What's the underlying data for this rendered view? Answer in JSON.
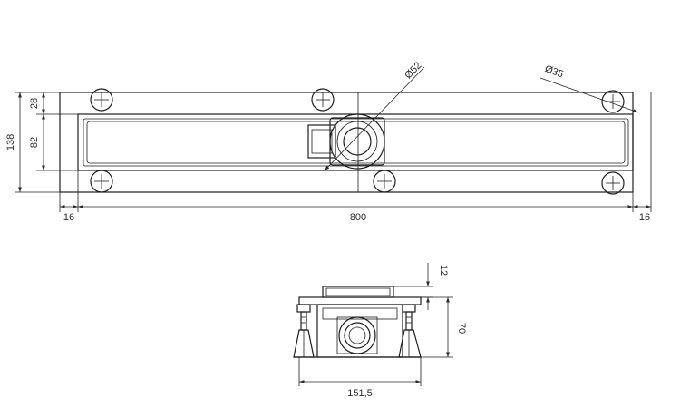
{
  "dimensions": {
    "top_strip": "28",
    "inner_height": "82",
    "total_height": "138",
    "left_margin": "16",
    "length": "800",
    "right_margin": "16",
    "outlet_diameter": "Ø52",
    "hole_diameter": "Ø35",
    "section_top": "12",
    "section_height": "70",
    "section_width": "151,5"
  },
  "colors": {
    "line": "#1e1e1e",
    "dimension": "#2a2a2a",
    "background": "#ffffff"
  },
  "icons": {
    "mounting_hole": "crosshair-circle-icon"
  }
}
